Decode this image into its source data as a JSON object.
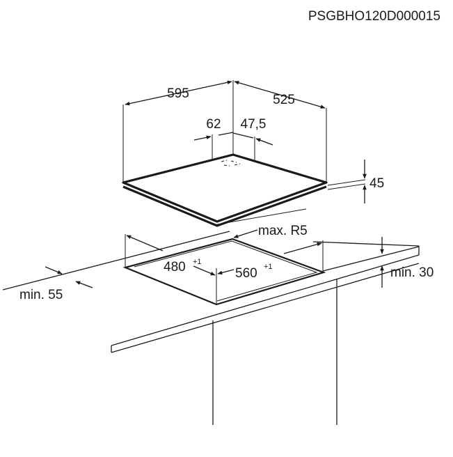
{
  "diagram": {
    "code": "PSGBHO120D000015",
    "dimensions": {
      "width": "595",
      "depth": "525",
      "offset_left": "62",
      "offset_right": "47,5",
      "height": "45",
      "radius": "max. R5",
      "cutout_depth": "480",
      "cutout_depth_tol": "+1",
      "cutout_width": "560",
      "cutout_width_tol": "+1",
      "min_rear": "min. 30",
      "min_front": "min. 55"
    }
  }
}
